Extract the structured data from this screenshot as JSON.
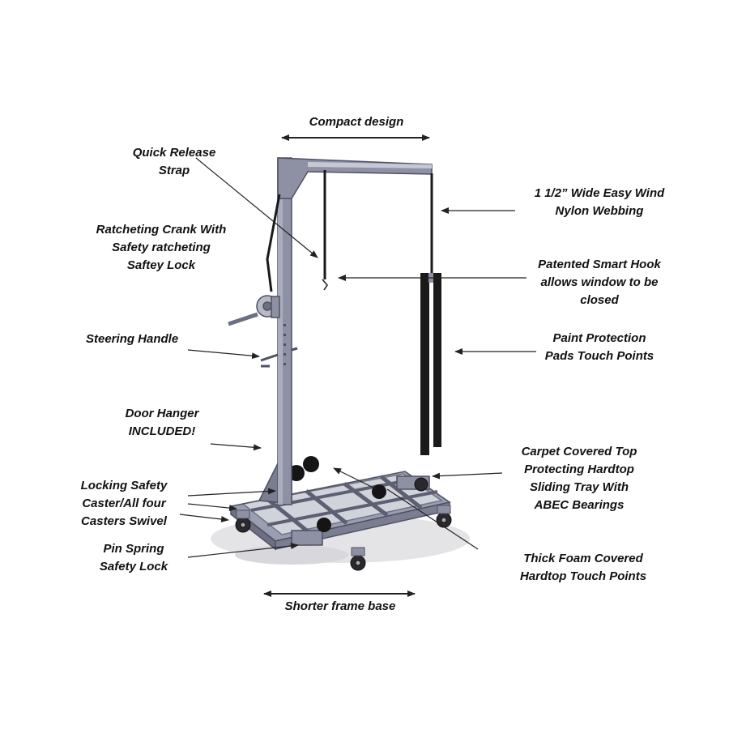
{
  "labels": {
    "compact_design": "Compact design",
    "quick_release_strap": "Quick Release\nStrap",
    "ratcheting_crank": "Ratcheting Crank With\nSafety ratcheting\nSaftey Lock",
    "steering_handle": "Steering Handle",
    "door_hanger": "Door Hanger\nINCLUDED!",
    "locking_safety_caster": "Locking Safety\nCaster/All four\nCasters Swivel",
    "pin_spring": "Pin Spring\nSafety Lock",
    "shorter_frame_base": "Shorter frame base",
    "nylon_webbing": "1 1/2” Wide Easy Wind\nNylon Webbing",
    "smart_hook": "Patented Smart Hook\nallows window to be\nclosed",
    "paint_protection": "Paint Protection\nPads Touch Points",
    "carpet_tray": "Carpet Covered Top\nProtecting Hardtop\nSliding Tray With\nABEC Bearings",
    "foam_touch_points": "Thick Foam Covered\nHardtop Touch Points"
  },
  "colors": {
    "frame": "#8d91a3",
    "frame_dark": "#5d6072",
    "pad": "#1a1a1a",
    "leader": "#222222"
  }
}
